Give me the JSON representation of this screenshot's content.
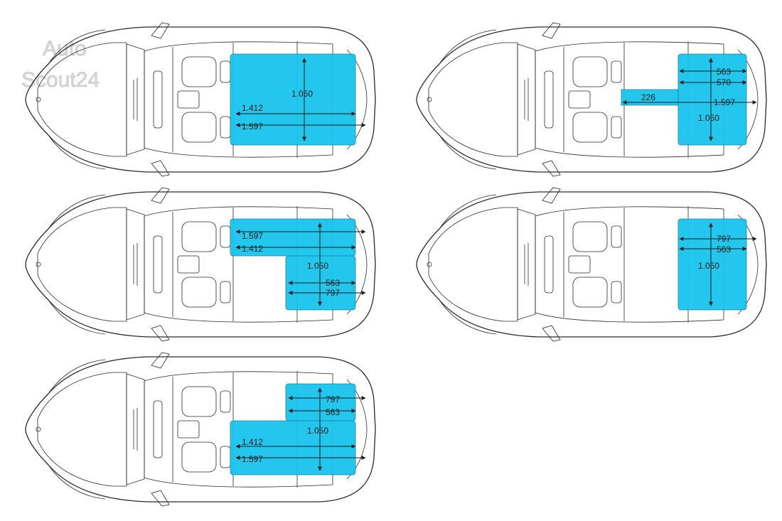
{
  "watermark": {
    "line1": "Auto",
    "line2": "Scout24"
  },
  "colors": {
    "cargo": "#18c3ec",
    "outline": "#2a2a2a",
    "background": "#ffffff"
  },
  "views": [
    {
      "id": "view-1",
      "labels": {
        "length_full": "1.597",
        "length_floor": "1.412",
        "width": "1.050"
      }
    },
    {
      "id": "view-2",
      "labels": {
        "length_top": "563",
        "length_mid": "570",
        "length_full": "1.597",
        "passthrough": "226",
        "width": "1.050"
      }
    },
    {
      "id": "view-3",
      "labels": {
        "length_full": "1.597",
        "length_floor": "1.412",
        "width": "1.050",
        "length_short": "563",
        "length_seatback": "797"
      }
    },
    {
      "id": "view-4",
      "labels": {
        "length_seatback": "797",
        "length_short": "563",
        "width": "1.050"
      }
    },
    {
      "id": "view-5",
      "labels": {
        "length_seatback": "797",
        "length_short": "563",
        "width": "1.050",
        "length_floor": "1.412",
        "length_full": "1.597"
      }
    }
  ]
}
